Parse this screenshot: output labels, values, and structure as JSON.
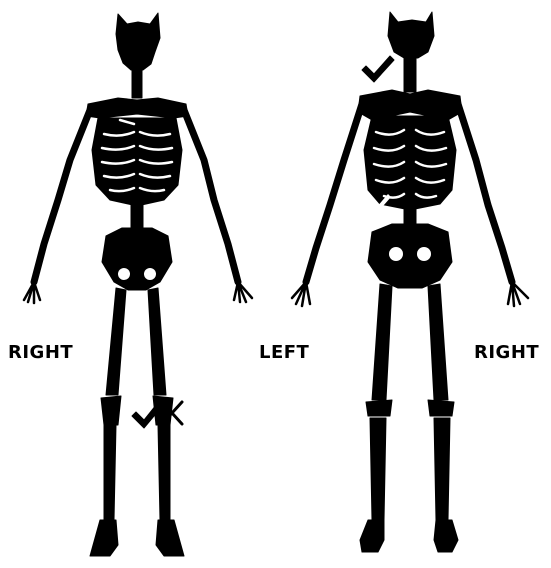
{
  "figure": {
    "views": [
      "front",
      "back"
    ],
    "marked_locations": [
      "left-knee",
      "neck",
      "mid-back"
    ]
  },
  "labels": {
    "right_front": "RIGHT",
    "left": "LEFT",
    "right_back": "RIGHT"
  },
  "colors": {
    "ink": "#000000",
    "paper": "#ffffff"
  }
}
